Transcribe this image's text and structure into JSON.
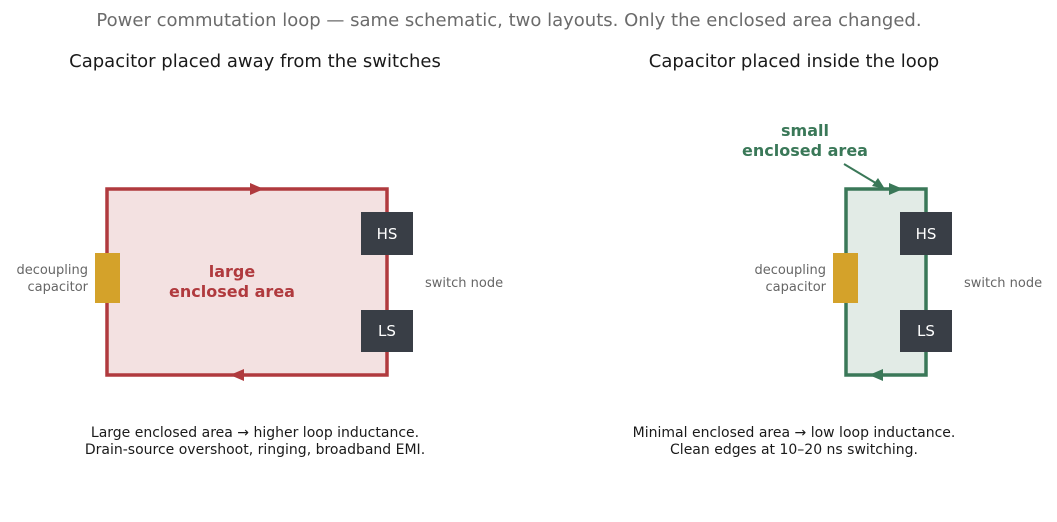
{
  "subtitle": "Power commutation loop — same schematic, two layouts. Only the enclosed area changed.",
  "colors": {
    "bad": "#b03a3e",
    "bad_fill": "#f3e1e1",
    "good": "#3a7858",
    "good_fill": "#e2ebe6",
    "capacitor": "#d4a22a",
    "switch": "#393e46"
  },
  "left": {
    "title": "Capacitor placed away from the switches",
    "area_label_line1": "large",
    "area_label_line2": "enclosed area",
    "capacitor_label_line1": "decoupling",
    "capacitor_label_line2": "capacitor",
    "high_side": "HS",
    "low_side": "LS",
    "switch_node": "switch node",
    "caption_line1": "Large enclosed area → higher loop inductance.",
    "caption_line2": "Drain-source overshoot, ringing, broadband EMI."
  },
  "right": {
    "title": "Capacitor placed inside the loop",
    "area_label_line1": "small",
    "area_label_line2": "enclosed area",
    "capacitor_label_line1": "decoupling",
    "capacitor_label_line2": "capacitor",
    "high_side": "HS",
    "low_side": "LS",
    "switch_node": "switch node",
    "caption_line1": "Minimal enclosed area → low loop inductance.",
    "caption_line2": "Clean edges at 10–20 ns switching."
  }
}
